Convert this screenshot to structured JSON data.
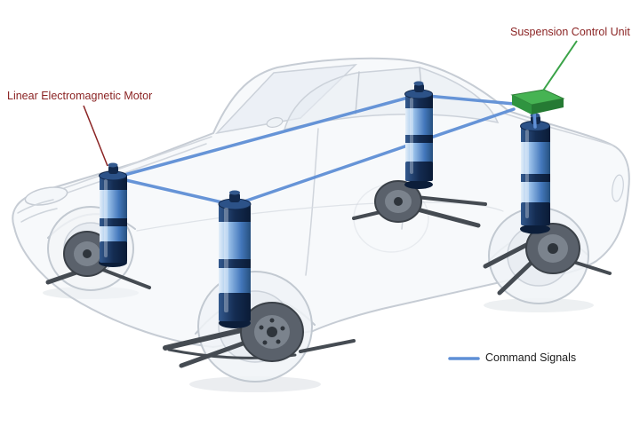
{
  "diagram": {
    "title_context": "Active suspension system diagram",
    "labels": {
      "motor": "Linear Electromagnetic Motor",
      "control_unit": "Suspension Control Unit",
      "legend_command_signals": "Command Signals"
    },
    "components": [
      {
        "name": "linear-electromagnetic-motor",
        "count": 4,
        "color_hex": "#3a6fb5"
      },
      {
        "name": "suspension-control-unit",
        "count": 1,
        "color_hex": "#46b353"
      },
      {
        "name": "command-signal-lines",
        "count": 5,
        "color_hex": "#5f8fd6"
      },
      {
        "name": "ghosted-car-body",
        "count": 1,
        "color_hex": "#c6ccd4"
      }
    ],
    "colors": {
      "label_text": "#8b2424",
      "legend_text": "#1d1d1d",
      "command_signal_blue": "#5f8fd6",
      "control_unit_green": "#46b353",
      "motor_blue_dark": "#12294d",
      "motor_blue_light": "#9cc2ea",
      "car_ghost_gray": "#c6ccd4",
      "background": "#ffffff"
    }
  }
}
